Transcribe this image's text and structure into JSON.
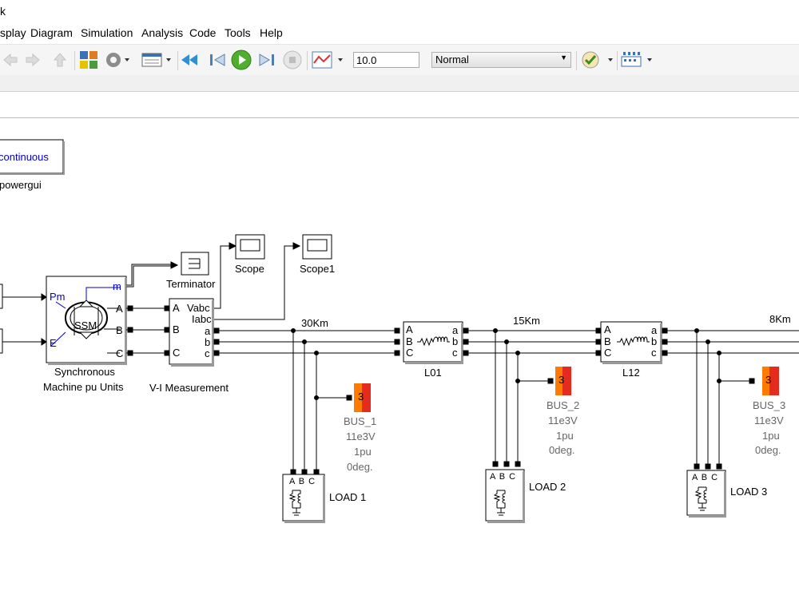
{
  "window": {
    "title_fragment": "k"
  },
  "menu": [
    "splay",
    "Diagram",
    "Simulation",
    "Analysis",
    "Code",
    "Tools",
    "Help"
  ],
  "toolbar": {
    "stop_time": "10.0",
    "sim_mode": "Normal",
    "icons": [
      "back-icon",
      "forward-icon",
      "up-icon",
      "library-browser-icon",
      "model-settings-icon",
      "model-explorer-icon",
      "step-back-icon",
      "run-icon",
      "step-forward-icon",
      "stop-icon",
      "scope-icon",
      "check-icon",
      "build-icon"
    ]
  },
  "diagram": {
    "powergui": {
      "label": "continuous",
      "name": "powergui"
    },
    "machine": {
      "in_pm": "Pm",
      "in_e": "E",
      "out_m": "m",
      "core": "SSM",
      "port_a": "A",
      "port_b": "B",
      "port_c": "C",
      "name_line1": "Synchronous",
      "name_line2": "Machine pu Units"
    },
    "terminator": {
      "name": "Terminator"
    },
    "scope": {
      "name": "Scope"
    },
    "scope1": {
      "name": "Scope1"
    },
    "vi": {
      "p_a": "A",
      "p_b": "B",
      "p_c": "C",
      "vabc": "Vabc",
      "iabc": "Iabc",
      "o_a": "a",
      "o_b": "b",
      "o_c": "c",
      "name": "V-I Measurement"
    },
    "line_labels": {
      "l1": "30Km",
      "l2": "15Km",
      "l3": "8Km"
    },
    "l01": {
      "name": "L01",
      "A": "A",
      "B": "B",
      "C": "C",
      "a": "a",
      "b": "b",
      "c": "c"
    },
    "l12": {
      "name": "L12",
      "A": "A",
      "B": "B",
      "C": "C",
      "a": "a",
      "b": "b",
      "c": "c"
    },
    "buses": [
      {
        "num": "3",
        "name": "BUS_1",
        "v": "11e3V",
        "pu": "1pu",
        "deg": "0deg."
      },
      {
        "num": "3",
        "name": "BUS_2",
        "v": "11e3V",
        "pu": "1pu",
        "deg": "0deg."
      },
      {
        "num": "3",
        "name": "BUS_3",
        "v": "11e3V",
        "pu": "1pu",
        "deg": "0deg."
      }
    ],
    "loads": [
      {
        "name": "LOAD 1",
        "ports": "A B C"
      },
      {
        "name": "LOAD 2",
        "ports": "A B C"
      },
      {
        "name": "LOAD 3",
        "ports": "A B C"
      }
    ]
  },
  "colors": {
    "toolbar_bg": "#f5f5f5",
    "block_blue": "#0000cc",
    "bus_orange": "#ff7a00",
    "bus_red": "#e52b1e"
  }
}
